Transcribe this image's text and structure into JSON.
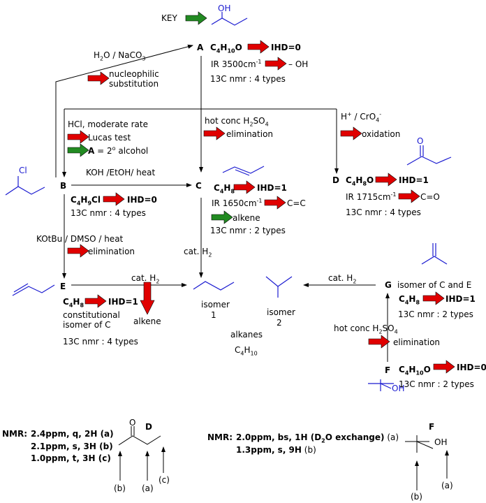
{
  "key": {
    "label": "KEY",
    "oh": "OH"
  },
  "colors": {
    "red_arrow": "#e00000",
    "green_arrow": "#228b22",
    "molecule": "#1a1ad0",
    "line": "#000000"
  },
  "compounds": {
    "A": {
      "label": "A",
      "formula": [
        "C",
        "4",
        "H",
        "10",
        "O"
      ],
      "ihd": "IHD=0",
      "ir": [
        "IR 3500cm",
        "-1"
      ],
      "ir_group": "– OH",
      "nmr": "13C nmr : 4 types"
    },
    "B": {
      "label": "B",
      "formula": [
        "C",
        "4",
        "H",
        "9",
        "Cl"
      ],
      "ihd": "IHD=0",
      "nmr": "13C nmr : 4 types",
      "atom": "Cl"
    },
    "C": {
      "label": "C",
      "formula": [
        "C",
        "4",
        "H",
        "8"
      ],
      "ihd": "IHD=1",
      "ir": [
        "IR 1650cm",
        "-1"
      ],
      "ir_group": "C=C",
      "type": "alkene",
      "nmr": "13C nmr : 2 types"
    },
    "D": {
      "label": "D",
      "formula": [
        "C",
        "4",
        "H",
        "8",
        "O"
      ],
      "ihd": "IHD=1",
      "ir": [
        "IR 1715cm",
        "-1"
      ],
      "ir_group": "C=O",
      "nmr": "13C nmr : 4 types",
      "atom": "O"
    },
    "E": {
      "label": "E",
      "formula": [
        "C",
        "4",
        "H",
        "8"
      ],
      "ihd": "IHD=1",
      "desc1": "constitutional",
      "desc2": "isomer of C",
      "nmr": "13C nmr : 4 types",
      "type": "alkene"
    },
    "F": {
      "label": "F",
      "formula": [
        "C",
        "4",
        "H",
        "10",
        "O"
      ],
      "ihd": "IHD=0",
      "nmr": "13C nmr : 2 types",
      "oh": "OH"
    },
    "G": {
      "label": "G",
      "desc": "isomer of C and E",
      "formula": [
        "C",
        "4",
        "H",
        "8"
      ],
      "ihd": "IHD=1",
      "nmr": "13C nmr : 2 types"
    }
  },
  "reactions": {
    "b_to_a": {
      "reagent": [
        "H",
        "2",
        "O / NaCO",
        "3"
      ],
      "note1": "nucleophilic",
      "note2": "substitution"
    },
    "hcl": {
      "reagent": "HCl, moderate rate",
      "test": "Lucas test",
      "result": [
        "A",
        " = 2",
        "o",
        " alcohol"
      ]
    },
    "koh": {
      "reagent": "KOH /EtOH/ heat"
    },
    "a_to_c": {
      "reagent": [
        "hot conc H",
        "2",
        "SO",
        "4"
      ],
      "result": "elimination"
    },
    "a_to_d": {
      "reagent": [
        "H",
        "+",
        " / CrO",
        "4",
        "-"
      ],
      "result": "oxidation"
    },
    "b_to_e": {
      "reagent": "KOtBu / DMSO / heat",
      "result": "elimination"
    },
    "c_to_isomer1": {
      "reagent": [
        "cat. H",
        "2"
      ]
    },
    "e_to_isomer1": {
      "reagent": [
        "cat. H",
        "2"
      ],
      "result": "alkene"
    },
    "g_to_isomer2": {
      "reagent": [
        "cat. H",
        "2"
      ]
    },
    "f_to_g": {
      "reagent": [
        "hot conc H",
        "2",
        "SO",
        "4"
      ],
      "result": "elimination"
    }
  },
  "products": {
    "isomer1": [
      "isomer",
      "1"
    ],
    "isomer2": [
      "isomer",
      "2"
    ],
    "alkanes": "alkanes",
    "alkane_formula": [
      "C",
      "4",
      "H",
      "10"
    ]
  },
  "nmr_d": {
    "title": "NMR:",
    "lines": [
      "2.4ppm, q, 2H (a)",
      "2.1ppm, s, 3H (b)",
      "1.0ppm, t, 3H (c)"
    ],
    "compound": "D",
    "atom": "O",
    "labels": [
      "(b)",
      "(a)",
      "(c)"
    ]
  },
  "nmr_f": {
    "title": "NMR:",
    "line1": "2.0ppm, bs, 1H (D",
    "line1_sub": "2",
    "line1_end": "O exchange)",
    "line1_tag": "(a)",
    "line2": "1.3ppm, s, 9H",
    "line2_tag": "(b)",
    "compound": "F",
    "oh": "OH",
    "labels": [
      "(b)",
      "(a)"
    ]
  }
}
